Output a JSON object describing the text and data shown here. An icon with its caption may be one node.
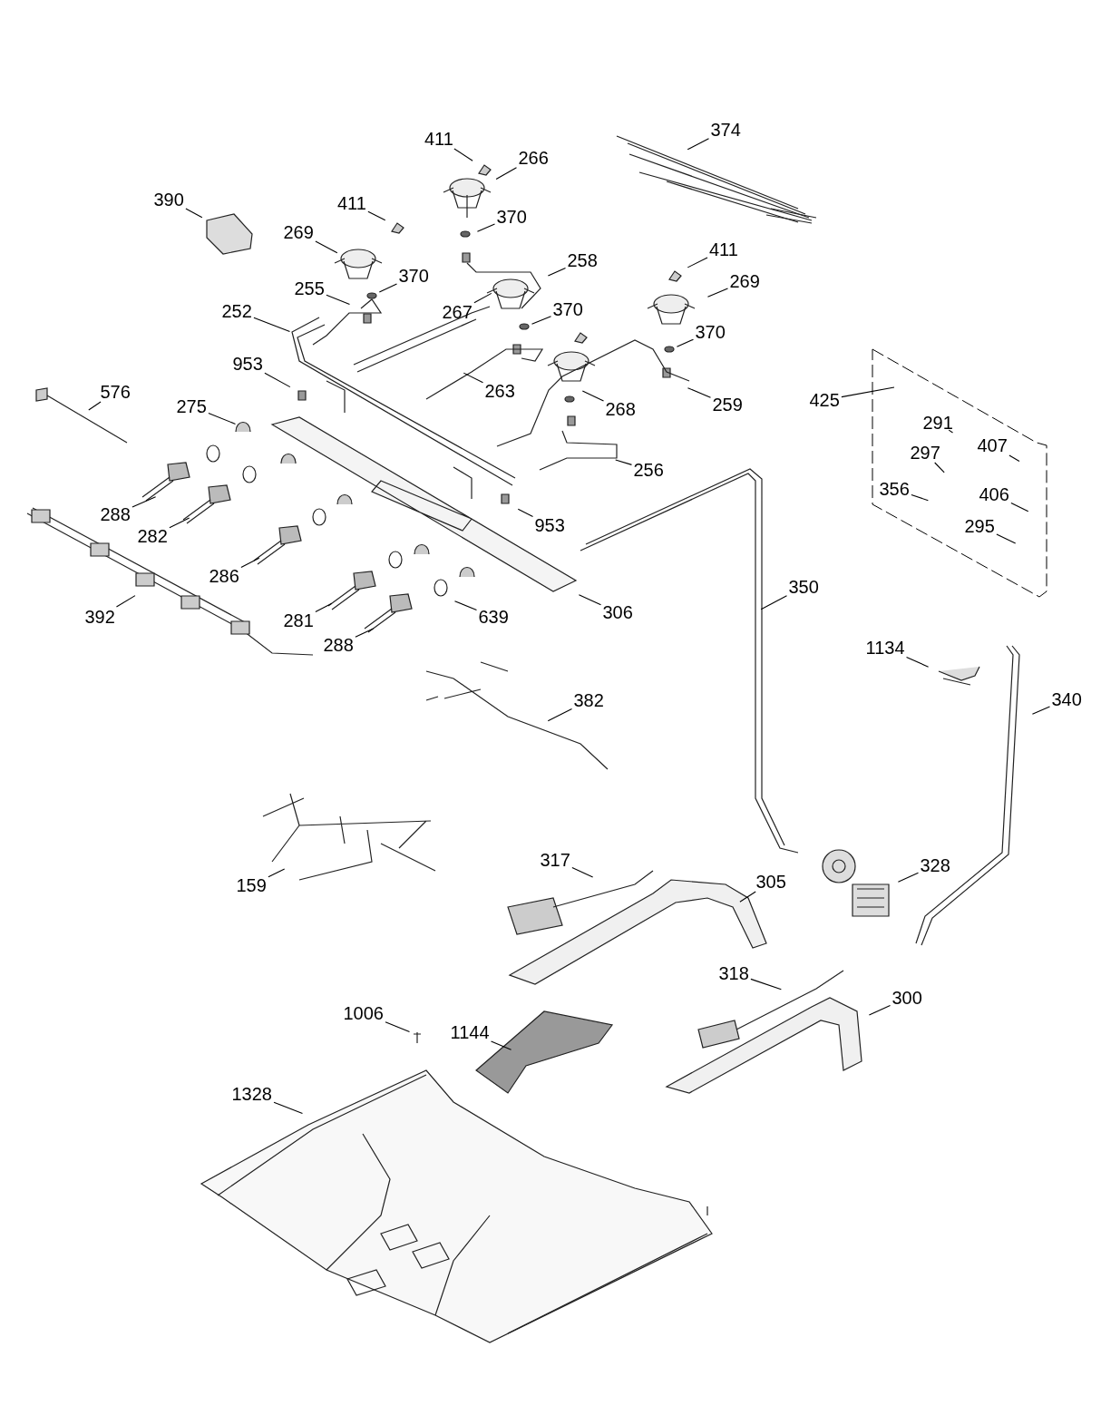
{
  "diagram": {
    "nodes": [
      {
        "text": [
          "411"
        ]
      },
      {
        "text": [
          "266"
        ]
      },
      {
        "text": [
          "390"
        ]
      },
      {
        "text": [
          "411"
        ]
      },
      {
        "text": [
          "370"
        ]
      },
      {
        "text": [
          "269"
        ]
      },
      {
        "text": [
          "258"
        ]
      },
      {
        "text": [
          "374"
        ]
      },
      {
        "text": [
          "411"
        ]
      },
      {
        "text": [
          "370"
        ]
      },
      {
        "text": [
          "269"
        ]
      },
      {
        "text": [
          "255"
        ]
      },
      {
        "text": [
          "267"
        ]
      },
      {
        "text": [
          "370"
        ]
      },
      {
        "text": [
          "252"
        ]
      },
      {
        "text": [
          "370"
        ]
      },
      {
        "text": [
          "953"
        ]
      },
      {
        "text": [
          "263"
        ]
      },
      {
        "text": [
          "268"
        ]
      },
      {
        "text": [
          "259"
        ]
      },
      {
        "text": [
          "425"
        ]
      },
      {
        "text": [],
        "shape": "box"
      },
      {
        "text": [
          "576"
        ]
      },
      {
        "text": [
          "275"
        ]
      },
      {
        "text": [
          "291"
        ],
        "in": 21
      },
      {
        "text": [
          "407"
        ],
        "in": 21
      },
      {
        "text": [
          "297"
        ],
        "in": 21
      },
      {
        "text": [
          "356"
        ],
        "in": 21
      },
      {
        "text": [
          "406"
        ],
        "in": 21
      },
      {
        "text": [
          "295"
        ],
        "in": 21
      },
      {
        "text": [
          "256"
        ]
      },
      {
        "text": [
          "288"
        ]
      },
      {
        "text": [
          "282"
        ]
      },
      {
        "text": [
          "953"
        ]
      },
      {
        "text": [
          "286"
        ]
      },
      {
        "text": [
          "350"
        ]
      },
      {
        "text": [
          "306"
        ]
      },
      {
        "text": [
          "392"
        ]
      },
      {
        "text": [
          "281"
        ]
      },
      {
        "text": [
          "639"
        ]
      },
      {
        "text": [
          "288"
        ]
      },
      {
        "text": [
          "1134"
        ]
      },
      {
        "text": [
          "340"
        ]
      },
      {
        "text": [
          "382"
        ]
      },
      {
        "text": [
          "317"
        ]
      },
      {
        "text": [
          "305"
        ]
      },
      {
        "text": [
          "328"
        ]
      },
      {
        "text": [
          "159"
        ]
      },
      {
        "text": [
          "318"
        ]
      },
      {
        "text": [
          "300"
        ]
      },
      {
        "text": [
          "1006"
        ]
      },
      {
        "text": [
          "1144"
        ]
      },
      {
        "text": [
          "1328"
        ]
      }
    ],
    "edges": [
      {
        "from": 0,
        "to": null,
        "arrow": "none"
      },
      {
        "from": 1,
        "to": null,
        "arrow": "none"
      },
      {
        "from": 2,
        "to": null,
        "arrow": "none"
      },
      {
        "from": 3,
        "to": null,
        "arrow": "none"
      },
      {
        "from": 4,
        "to": null,
        "arrow": "none"
      },
      {
        "from": 5,
        "to": null,
        "arrow": "none"
      },
      {
        "from": 6,
        "to": null,
        "arrow": "none"
      },
      {
        "from": 7,
        "to": null,
        "arrow": "none"
      },
      {
        "from": 8,
        "to": null,
        "arrow": "none"
      },
      {
        "from": 9,
        "to": null,
        "arrow": "none"
      },
      {
        "from": 10,
        "to": null,
        "arrow": "none"
      },
      {
        "from": 11,
        "to": null,
        "arrow": "none"
      },
      {
        "from": 12,
        "to": null,
        "arrow": "none"
      },
      {
        "from": 13,
        "to": null,
        "arrow": "none"
      },
      {
        "from": 14,
        "to": null,
        "arrow": "none"
      },
      {
        "from": 15,
        "to": null,
        "arrow": "none"
      },
      {
        "from": 16,
        "to": null,
        "arrow": "none"
      },
      {
        "from": 17,
        "to": null,
        "arrow": "none"
      },
      {
        "from": 18,
        "to": null,
        "arrow": "none"
      },
      {
        "from": 19,
        "to": null,
        "arrow": "none"
      },
      {
        "from": 20,
        "to": 21,
        "arrow": "none"
      },
      {
        "from": 22,
        "to": null,
        "arrow": "none"
      },
      {
        "from": 23,
        "to": null,
        "arrow": "none"
      },
      {
        "from": 24,
        "to": null,
        "arrow": "none"
      },
      {
        "from": 25,
        "to": null,
        "arrow": "none"
      },
      {
        "from": 26,
        "to": null,
        "arrow": "none"
      },
      {
        "from": 27,
        "to": null,
        "arrow": "none"
      },
      {
        "from": 28,
        "to": null,
        "arrow": "none"
      },
      {
        "from": 29,
        "to": null,
        "arrow": "none"
      },
      {
        "from": 30,
        "to": null,
        "arrow": "none"
      },
      {
        "from": 31,
        "to": null,
        "arrow": "none"
      },
      {
        "from": 32,
        "to": null,
        "arrow": "none"
      },
      {
        "from": 33,
        "to": null,
        "arrow": "none"
      },
      {
        "from": 34,
        "to": null,
        "arrow": "none"
      },
      {
        "from": 35,
        "to": null,
        "arrow": "none"
      },
      {
        "from": 36,
        "to": null,
        "arrow": "none"
      },
      {
        "from": 37,
        "to": null,
        "arrow": "none"
      },
      {
        "from": 38,
        "to": null,
        "arrow": "none"
      },
      {
        "from": 39,
        "to": null,
        "arrow": "none"
      },
      {
        "from": 40,
        "to": null,
        "arrow": "none"
      },
      {
        "from": 41,
        "to": null,
        "arrow": "none"
      },
      {
        "from": 42,
        "to": null,
        "arrow": "none"
      },
      {
        "from": 43,
        "to": null,
        "arrow": "none"
      },
      {
        "from": 44,
        "to": null,
        "arrow": "none"
      },
      {
        "from": 45,
        "to": null,
        "arrow": "none"
      },
      {
        "from": 46,
        "to": null,
        "arrow": "none"
      },
      {
        "from": 47,
        "to": null,
        "arrow": "none"
      },
      {
        "from": 48,
        "to": null,
        "arrow": "none"
      },
      {
        "from": 49,
        "to": null,
        "arrow": "none"
      },
      {
        "from": 50,
        "to": null,
        "arrow": "none"
      },
      {
        "from": 51,
        "to": null,
        "arrow": "none"
      },
      {
        "from": 52,
        "to": null,
        "arrow": "none"
      }
    ]
  }
}
